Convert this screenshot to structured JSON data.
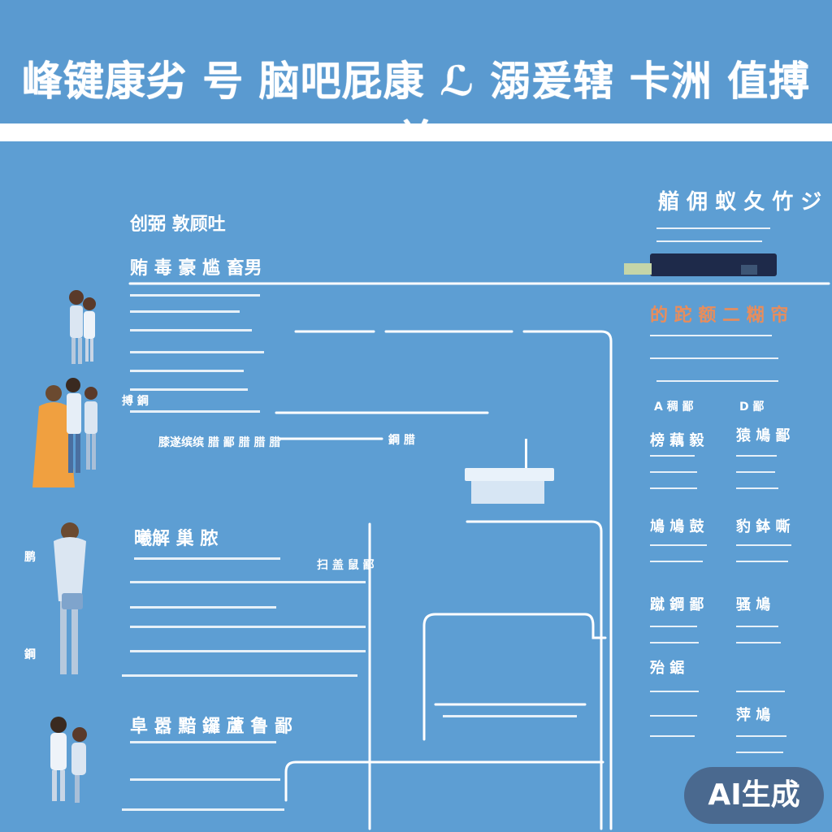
{
  "header": {
    "title": "峰键康劣 号 脑吧屁康 ℒ 溺爰辖 卡洲 值搏 关"
  },
  "left_panel": {
    "heading_1": "创弼 敦顾吐",
    "heading_2": "贿 毒 豪 尴 畜男",
    "caption_1": "搏 鋼",
    "section_2_title": "曦解 巢 脓",
    "section_2_sub": "扫 盖 鼠 鄙",
    "section_2_row": "膝遂缤缤 腊 鄙 腊 腊 腊",
    "section_2_tail": "鋼 腊",
    "section_3_title": "阜 嚣 黯 鑼 蘆 鲁 鄙",
    "sideword_1": "鹏",
    "sideword_2": "鋼"
  },
  "right_panel": {
    "title": "艏 佣 蚁 夂 竹 ジ",
    "accent_title": "的 跎 额 二 糊 帘",
    "col_a_label": "A 稠 鄙",
    "col_b_label": "D 鄙",
    "col_a_items": [
      "榜 藕 毅",
      "鳩 鳩 鼓",
      "蹴 鋼 鄙",
      "殆 鋸"
    ],
    "col_b_items": [
      "猿 鳩 鄙",
      "豹 鉢 嘶",
      "骚 鳩",
      "萍 鳩"
    ]
  },
  "badge": {
    "label": "AI生成"
  },
  "colors": {
    "background": "#5d9ed3",
    "accent": "#e88d5c",
    "line": "#ffffff",
    "device": "#1e2a4a"
  }
}
